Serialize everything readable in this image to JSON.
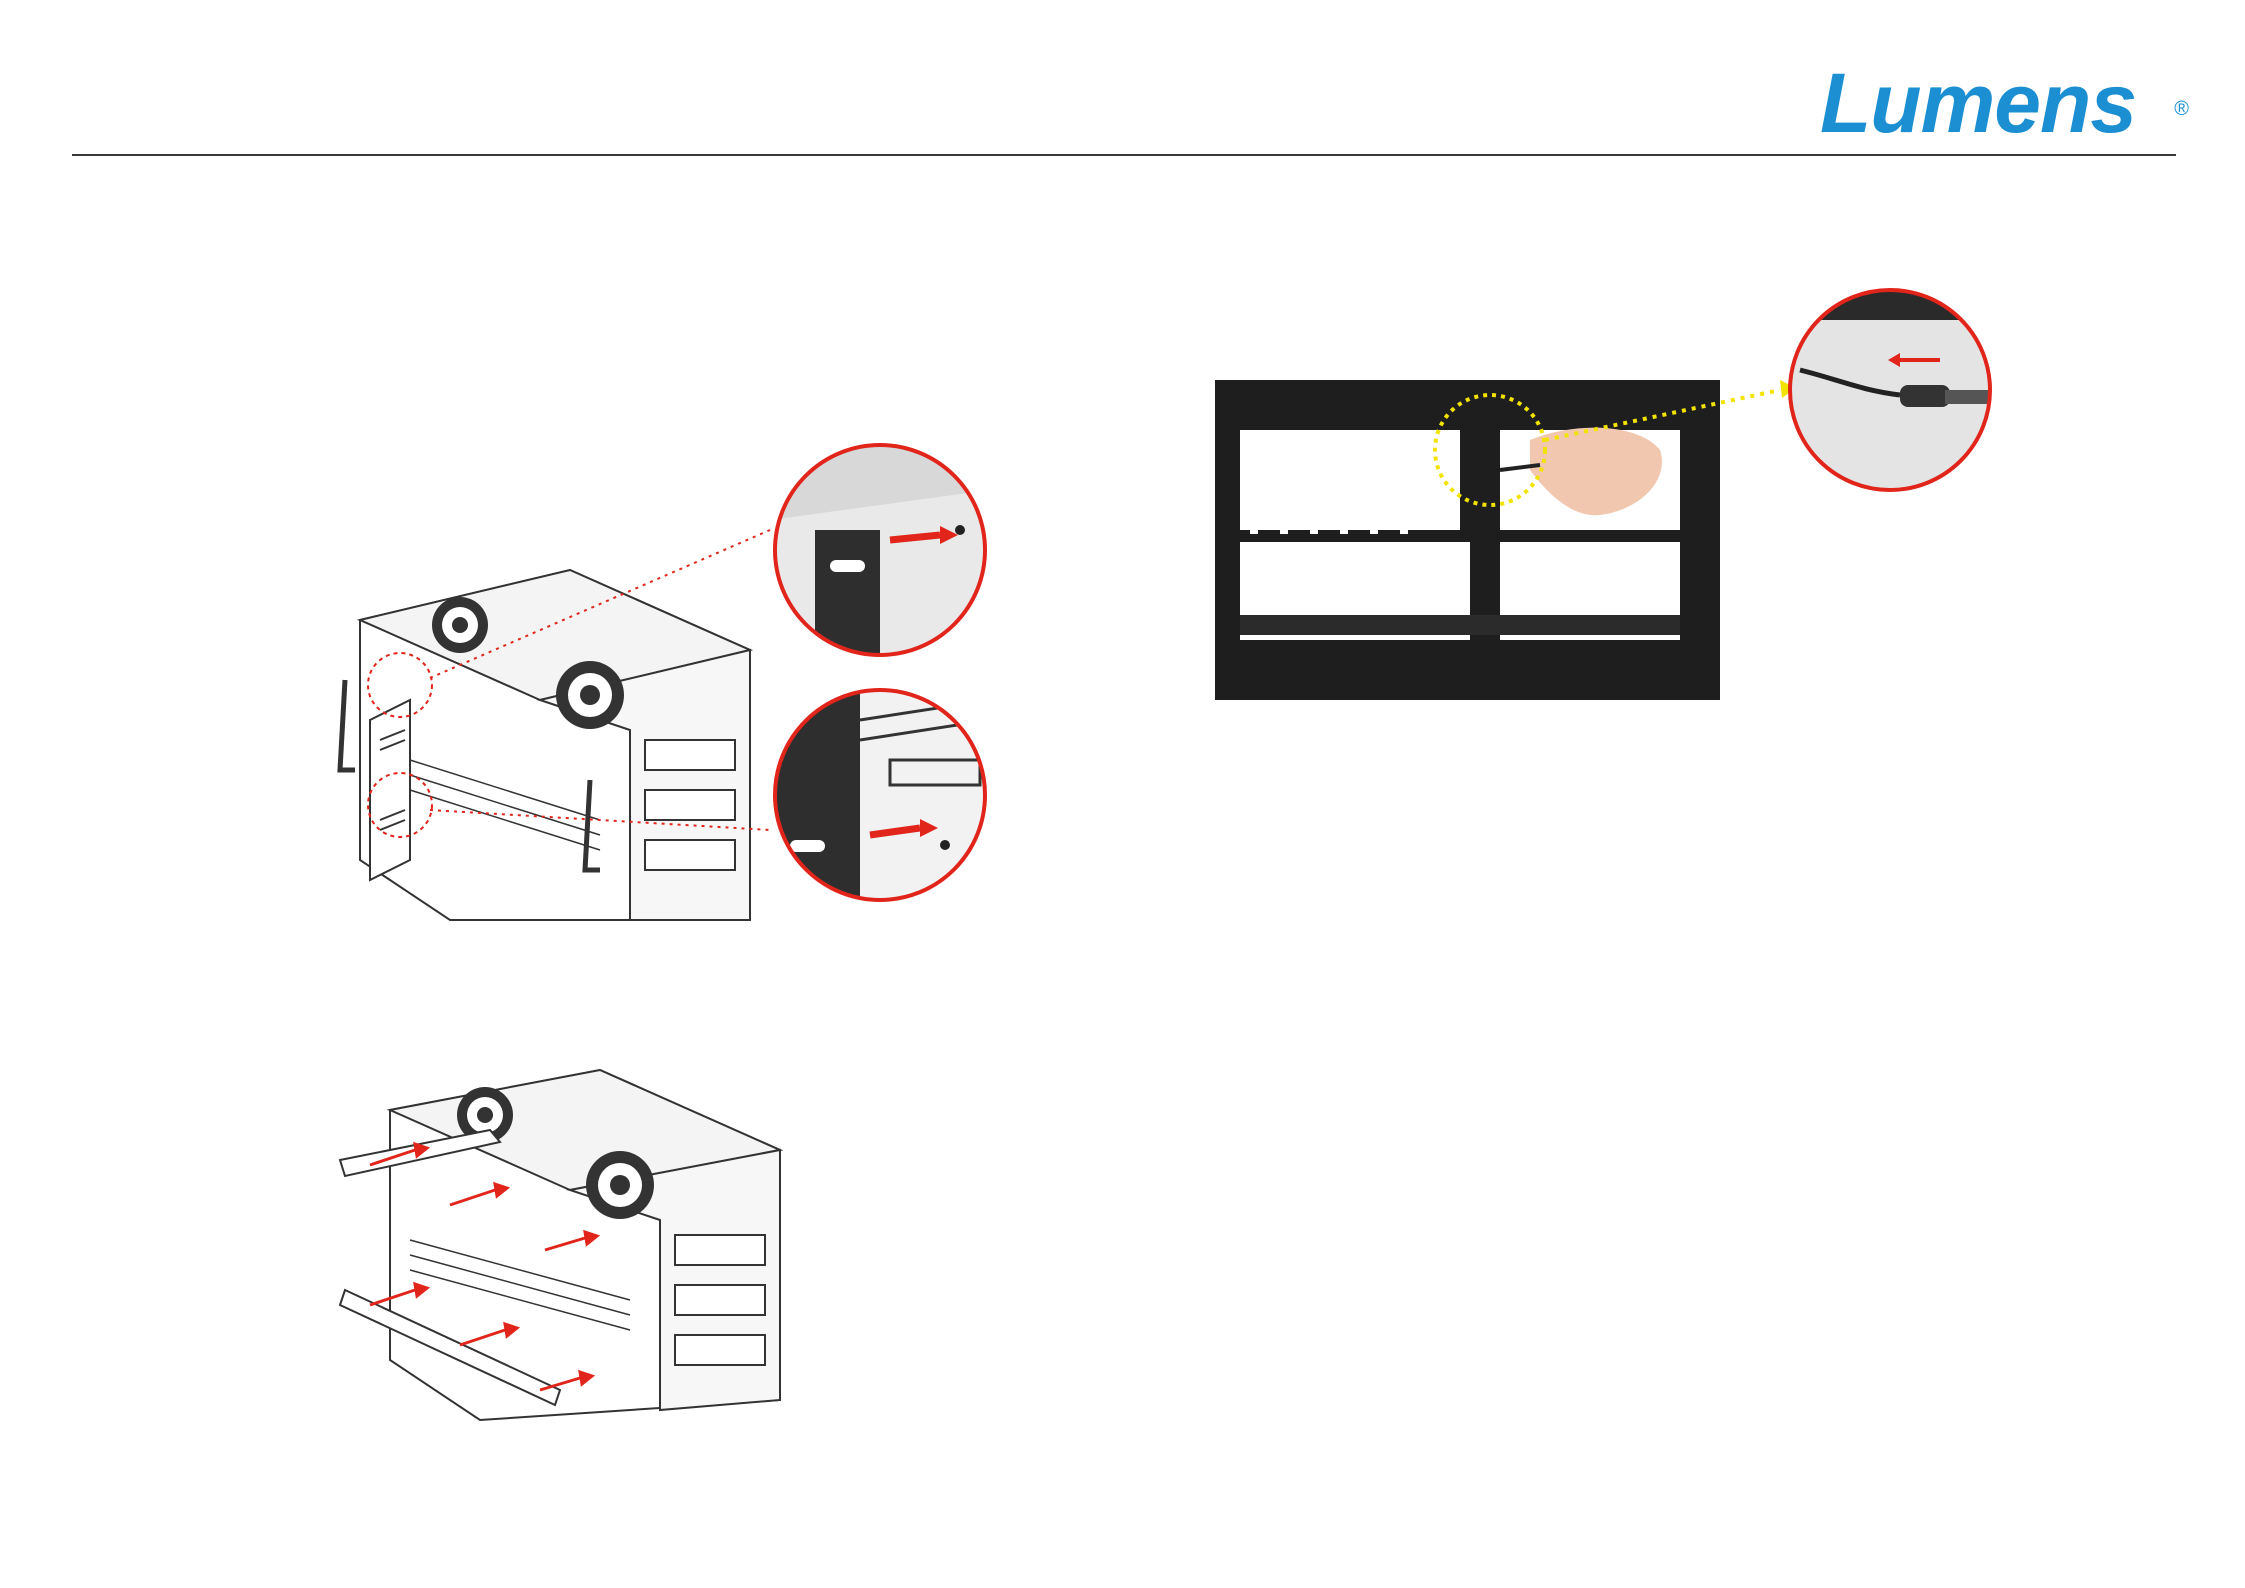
{
  "header": {
    "brand": "Lumens",
    "registered_mark": "®",
    "colors": {
      "brand": "#1b8fd2",
      "rule": "#3a3a3a"
    }
  },
  "figures": [
    {
      "icon": "rack-side-bracket-install-illustration",
      "callout_color": "#e1251b"
    },
    {
      "icon": "rack-front-rails-install-illustration",
      "arrow_color": "#e1251b"
    },
    {
      "icon": "rack-cable-connect-photo",
      "highlight_color": "#f2e300",
      "callout_color": "#e1251b"
    }
  ]
}
